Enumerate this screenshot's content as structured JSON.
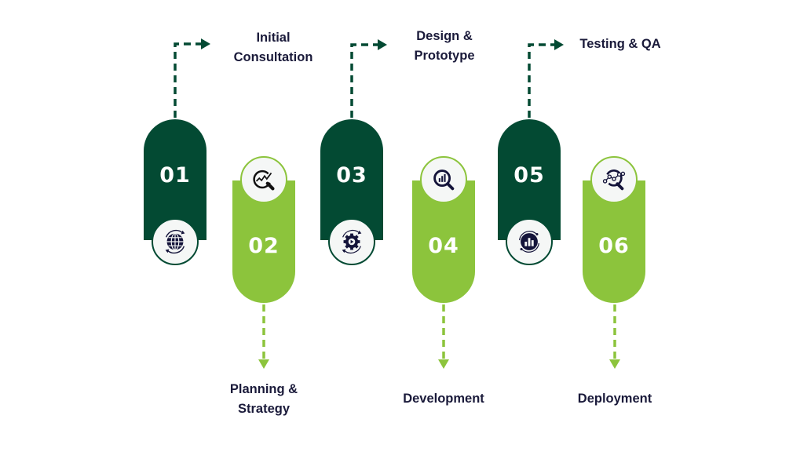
{
  "colors": {
    "dark_green": "#034a33",
    "light_green": "#8cc43c",
    "text": "#1a1a3a",
    "icon": "#14143a"
  },
  "steps": [
    {
      "number": "01",
      "label_lines": [
        "Initial",
        "Consultation"
      ],
      "icon": "globe-sync-icon",
      "style": "dark",
      "connector": "up-right"
    },
    {
      "number": "02",
      "label_lines": [
        "Planning &",
        "Strategy"
      ],
      "icon": "chart-magnifier-icon",
      "style": "light",
      "connector": "down"
    },
    {
      "number": "03",
      "label_lines": [
        "Design &",
        "Prototype"
      ],
      "icon": "gear-play-icon",
      "style": "dark",
      "connector": "up-right"
    },
    {
      "number": "04",
      "label_lines": [
        "Development"
      ],
      "icon": "bar-chart-magnifier-icon",
      "style": "light",
      "connector": "down"
    },
    {
      "number": "05",
      "label_lines": [
        "Testing & QA"
      ],
      "icon": "bar-chart-circle-icon",
      "style": "dark",
      "connector": "up-right"
    },
    {
      "number": "06",
      "label_lines": [
        "Deployment"
      ],
      "icon": "data-points-magnifier-icon",
      "style": "light",
      "connector": "down"
    }
  ]
}
